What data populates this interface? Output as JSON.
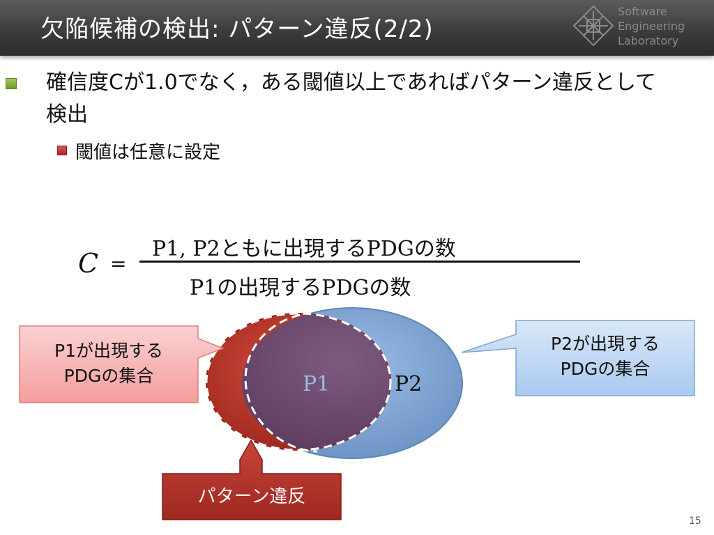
{
  "slide": {
    "title": "欠陥候補の検出: パターン違反(2/2)",
    "logo_lines": [
      "Software",
      "Engineering",
      "Laboratory"
    ],
    "page_number": "15"
  },
  "bullets": {
    "main": "確信度Cが1.0でなく，ある閾値以上であればパターン違反として検出",
    "sub": "閾値は任意に設定"
  },
  "formula": {
    "lhs": "C",
    "equals": "=",
    "numerator": "P1, P2ともに出現するPDGの数",
    "denominator": "P1の出現するPDGの数"
  },
  "diagram": {
    "label_p1": "P1",
    "label_p2": "P2",
    "callout_p1": "P1が出現するPDGの集合",
    "callout_p1_lines": [
      "P1が出現する",
      "PDGの集合"
    ],
    "callout_p2_lines": [
      "P2が出現する",
      "PDGの集合"
    ],
    "callout_violation": "パターン違反",
    "colors": {
      "p1_fill": "#c0392b",
      "p2_fill": "#7fa6d4",
      "overlap_fill": "#6b4a6e",
      "red_callout_fill": "#f7b8b8",
      "blue_callout_fill": "#b8d4f3",
      "violation_fill": "#c0392b"
    }
  }
}
